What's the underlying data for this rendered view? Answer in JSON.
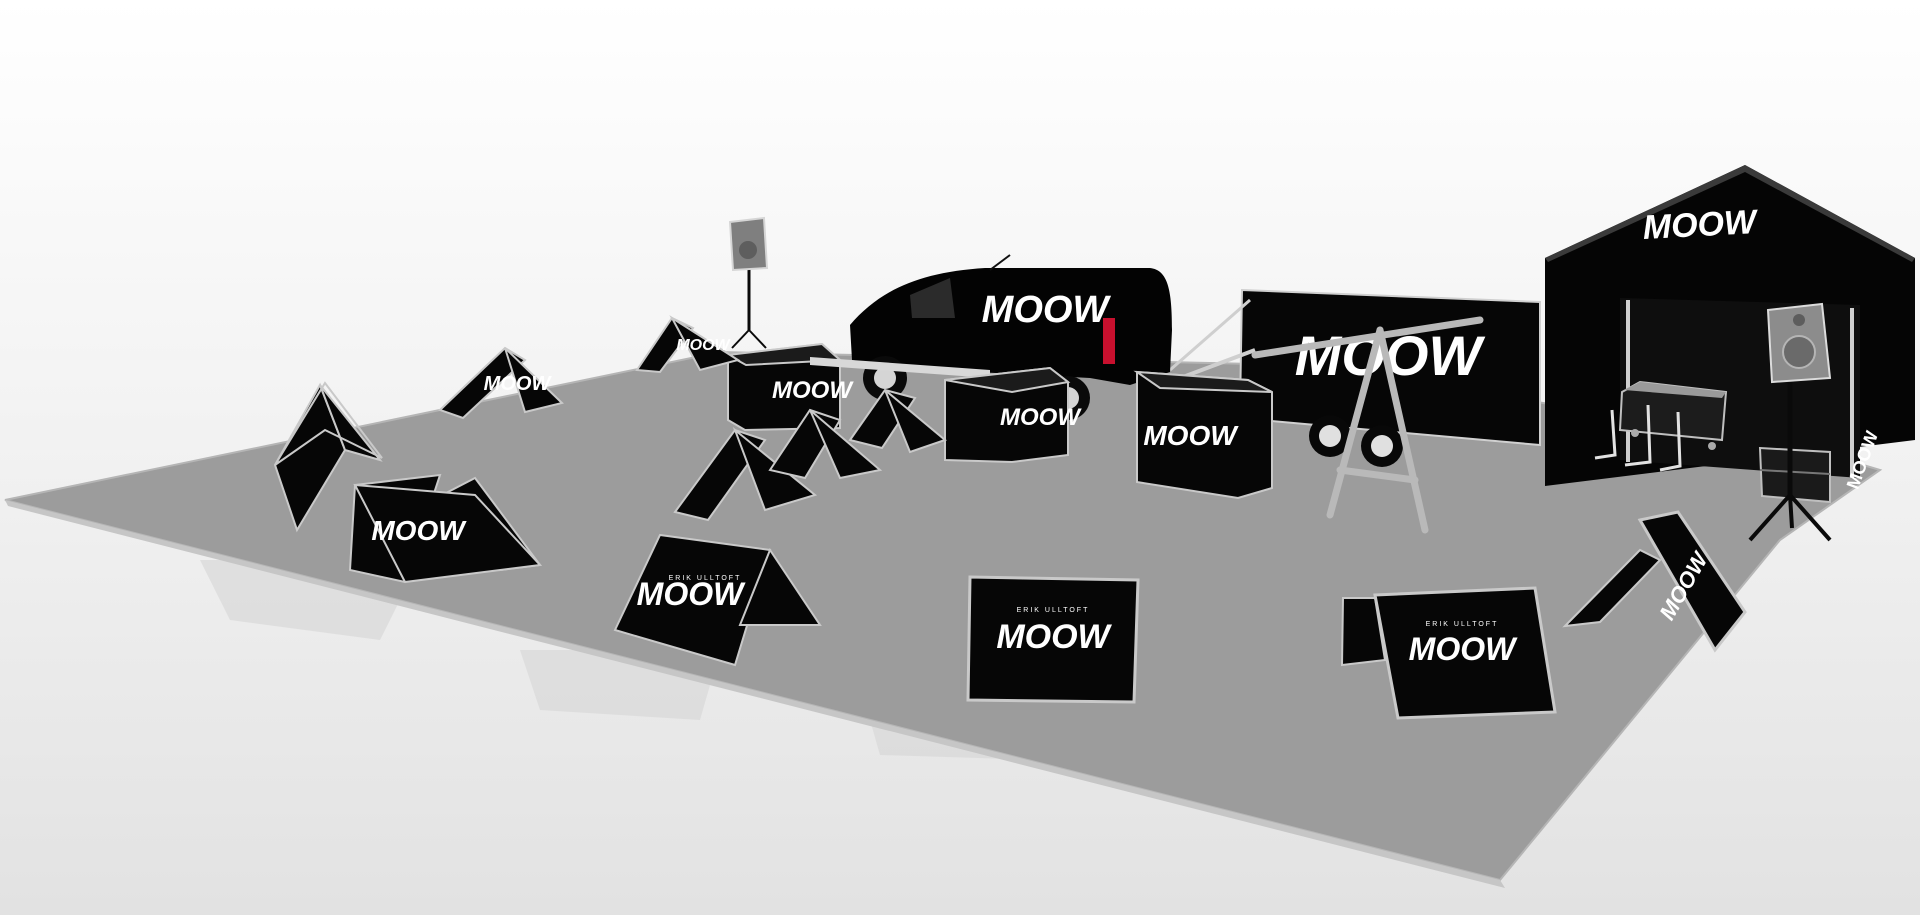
{
  "scene": {
    "kind": "3d-render",
    "brand_logo_text": "MOOW",
    "small_print": "ERIK ULLTOFT",
    "colors": {
      "background_top": "#ffffff",
      "background_bottom": "#e4e4e4",
      "floor": "#9c9c9c",
      "equipment": "#050505",
      "equipment_edge": "#c8c8c8",
      "logo": "#ffffff",
      "tail_light": "#c8102e"
    },
    "objects": [
      "van",
      "trailer",
      "tent",
      "speaker",
      "speaker",
      "ramps",
      "boxes",
      "swing-frame",
      "road-case",
      "road-case",
      "stand-racks"
    ]
  }
}
